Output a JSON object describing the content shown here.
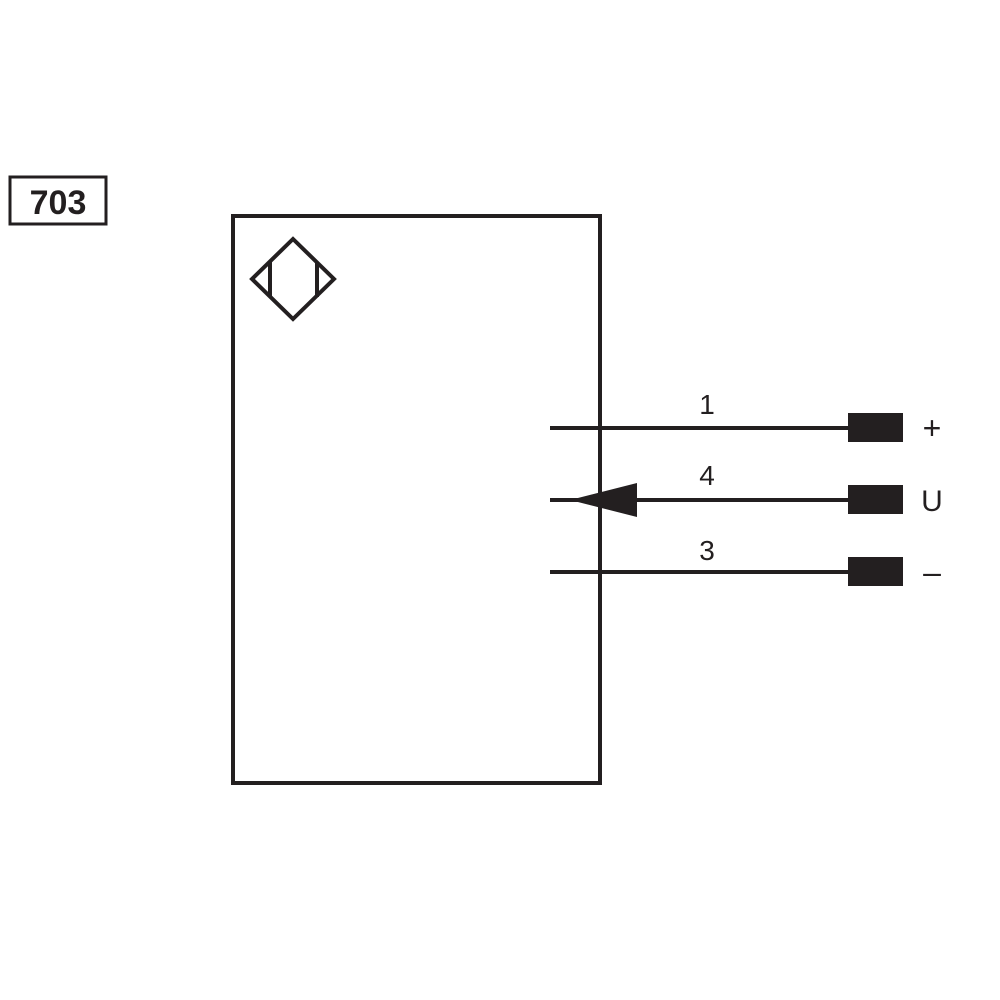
{
  "diagram_id": "703",
  "sensor_symbol": "diamond-sensor-icon",
  "wires": [
    {
      "pin": "1",
      "signal": "+",
      "direction": "none"
    },
    {
      "pin": "4",
      "signal": "U",
      "direction": "into-device"
    },
    {
      "pin": "3",
      "signal": "–",
      "direction": "none"
    }
  ],
  "colors": {
    "ink": "#231f20",
    "background": "#ffffff"
  }
}
